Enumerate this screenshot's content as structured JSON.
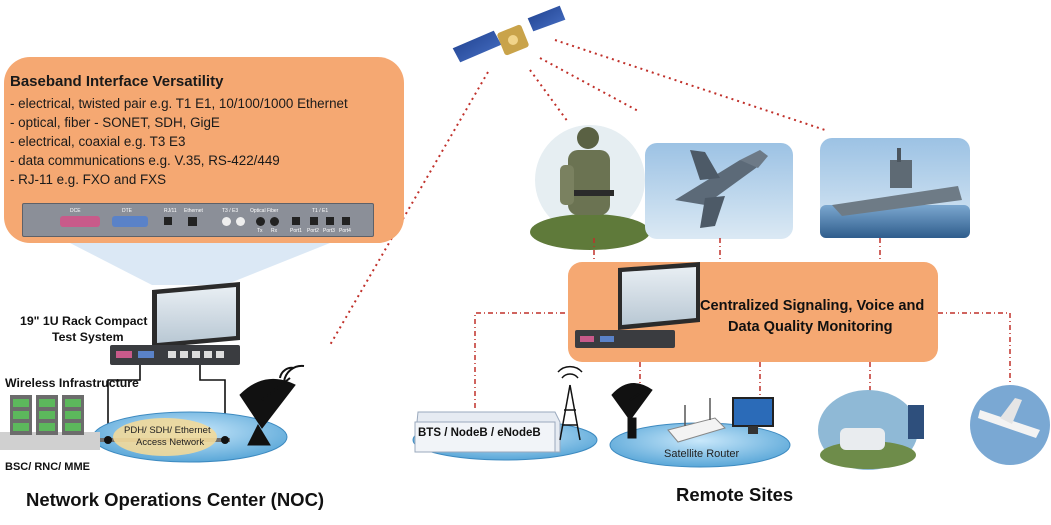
{
  "callout": {
    "title": "Baseband Interface Versatility",
    "features": [
      "- electrical, twisted pair e.g. T1 E1, 10/100/1000 Ethernet",
      "- optical, fiber - SONET, SDH, GigE",
      "- electrical, coaxial e.g. T3 E3",
      "- data communications e.g. V.35, RS-422/449",
      "- RJ-11 e.g. FXO and FXS"
    ]
  },
  "panel": {
    "dce": "DCE",
    "dte": "DTE",
    "rj11": "RJ/11",
    "ethernet": "Ethernet",
    "t3e3": "T3 / E3",
    "optical_fiber": "Optical Fiber",
    "t1e1": "T1 / E1",
    "tx": "Tx",
    "rx": "Rx",
    "ports": [
      "Port1",
      "Port2",
      "Port3",
      "Port4"
    ]
  },
  "noc": {
    "rack_label_1": "19\"  1U  Rack Compact",
    "rack_label_2": "Test System",
    "wireless_label": "Wireless Infrastructure",
    "bsc_label": "BSC/ RNC/ MME",
    "access_network": [
      "PDH/ SDH/ Ethernet",
      "Access Network"
    ],
    "title": "Network Operations Center (NOC)"
  },
  "remote": {
    "monitor_line_1": "Centralized Signaling, Voice and",
    "monitor_line_2": "Data Quality Monitoring",
    "bts_label": "BTS / NodeB / eNodeB",
    "router_label": "Satellite Router",
    "title": "Remote Sites"
  },
  "colors": {
    "callout": "#f5a872",
    "link_red": "#c0302a",
    "disc_blue": "#6bb4e0"
  }
}
